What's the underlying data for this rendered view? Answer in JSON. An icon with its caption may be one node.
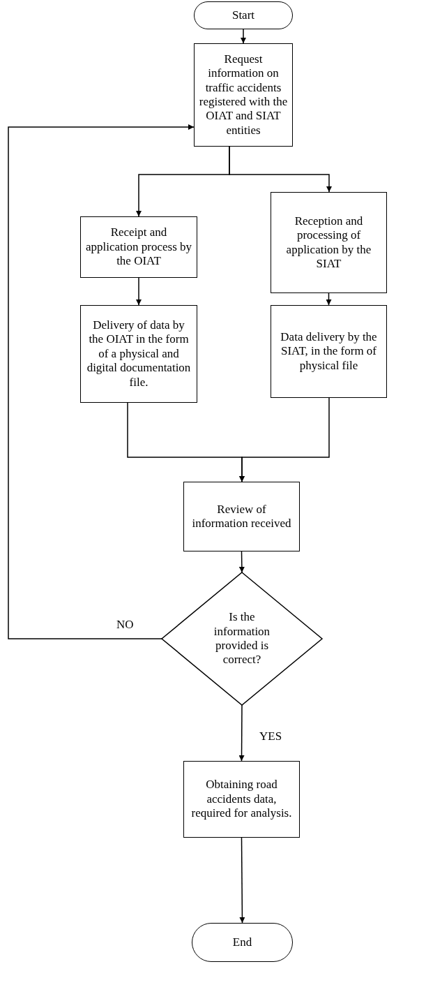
{
  "diagram": {
    "nodes": [
      {
        "text": [
          "Start"
        ]
      },
      {
        "text": [
          "Request information on traffic accidents registered with the OIAT and SIAT entities"
        ]
      },
      {
        "text": [
          "Receipt and application process by the OIAT"
        ]
      },
      {
        "text": [
          "Reception and processing of application by the SIAT"
        ]
      },
      {
        "text": [
          "Delivery of data by the OIAT in the form of a physical and digital documentation file."
        ]
      },
      {
        "text": [
          "Data delivery by the SIAT, in the form of physical file"
        ]
      },
      {
        "text": [
          "Review of information received"
        ]
      },
      {
        "text": [
          "Is the information provided is correct?"
        ]
      },
      {
        "text": [
          "Obtaining road accidents data, required for analysis."
        ]
      },
      {
        "text": [
          "End"
        ]
      }
    ],
    "edges": [
      {
        "from": 0,
        "to": 1,
        "arrow": "to"
      },
      {
        "from": 1,
        "to": 2,
        "arrow": "to"
      },
      {
        "from": 1,
        "to": 3,
        "arrow": "to"
      },
      {
        "from": 2,
        "to": 4,
        "arrow": "to"
      },
      {
        "from": 3,
        "to": 5,
        "arrow": "to"
      },
      {
        "from": 4,
        "to": 6,
        "arrow": "to"
      },
      {
        "from": 5,
        "to": 6,
        "arrow": "to"
      },
      {
        "from": 6,
        "to": 7,
        "arrow": "to"
      },
      {
        "from": 7,
        "to": 1,
        "arrow": "to",
        "label": "NO"
      },
      {
        "from": 7,
        "to": 8,
        "arrow": "to",
        "label": "YES"
      },
      {
        "from": 8,
        "to": 9,
        "arrow": "to"
      }
    ]
  }
}
